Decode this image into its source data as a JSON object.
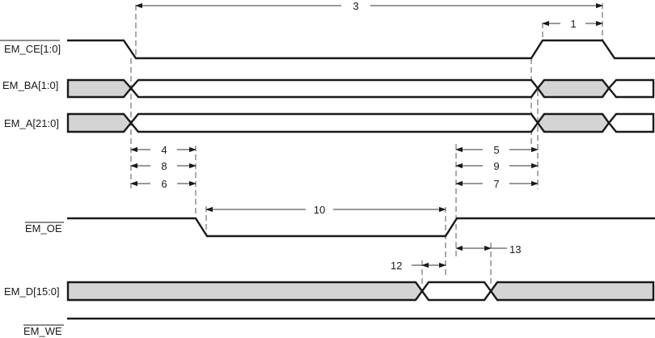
{
  "diagram": {
    "type": "timing-diagram",
    "title": "",
    "signals": [
      {
        "id": "ce",
        "label": "EM_CE[1:0]",
        "active_low": true,
        "kind": "line"
      },
      {
        "id": "ba",
        "label": "EM_BA[1:0]",
        "active_low": false,
        "kind": "bus"
      },
      {
        "id": "a",
        "label": "EM_A[21:0]",
        "active_low": false,
        "kind": "bus"
      },
      {
        "id": "oe",
        "label": "EM_OE",
        "active_low": true,
        "kind": "line"
      },
      {
        "id": "d",
        "label": "EM_D[15:0]",
        "active_low": false,
        "kind": "bus"
      },
      {
        "id": "we",
        "label": "EM_WE",
        "active_low": true,
        "kind": "line"
      }
    ],
    "timing_params": [
      {
        "id": "t1",
        "label": "1"
      },
      {
        "id": "t3",
        "label": "3"
      },
      {
        "id": "t4",
        "label": "4"
      },
      {
        "id": "t8",
        "label": "8"
      },
      {
        "id": "t6",
        "label": "6"
      },
      {
        "id": "t5",
        "label": "5"
      },
      {
        "id": "t9",
        "label": "9"
      },
      {
        "id": "t7",
        "label": "7"
      },
      {
        "id": "t10",
        "label": "10"
      },
      {
        "id": "t12",
        "label": "12"
      },
      {
        "id": "t13",
        "label": "13"
      }
    ]
  },
  "signals": {
    "ce": "EM_CE[1:0]",
    "ba": "EM_BA[1:0]",
    "a": "EM_A[21:0]",
    "oe": "EM_OE",
    "d": "EM_D[15:0]",
    "we": "EM_WE"
  },
  "params": {
    "p1": "1",
    "p3": "3",
    "p4": "4",
    "p8": "8",
    "p6": "6",
    "p5": "5",
    "p9": "9",
    "p7": "7",
    "p10": "10",
    "p12": "12",
    "p13": "13"
  },
  "colors": {
    "line": "#1a1a1a",
    "bus_fill": "#d4d4d4",
    "background": "#ffffff"
  }
}
